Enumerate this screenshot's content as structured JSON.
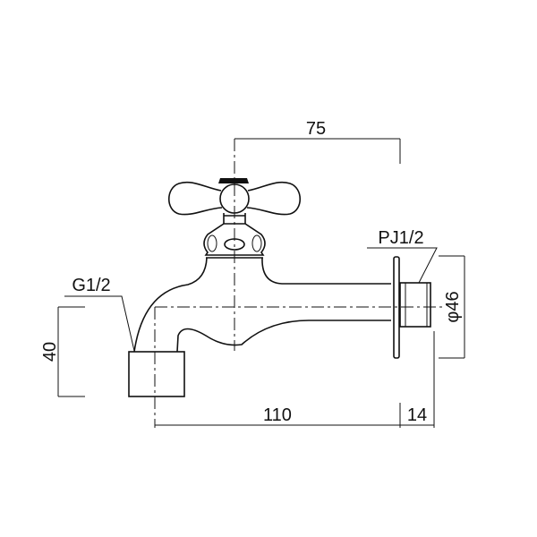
{
  "drawing": {
    "subject": "faucet",
    "dimensions": {
      "handle_offset": "75",
      "spout_length": "110",
      "thread_length": "14",
      "spout_height": "40",
      "flange_diameter": "φ46"
    },
    "labels": {
      "outlet_thread": "G1/2",
      "inlet_thread": "PJ1/2"
    }
  }
}
